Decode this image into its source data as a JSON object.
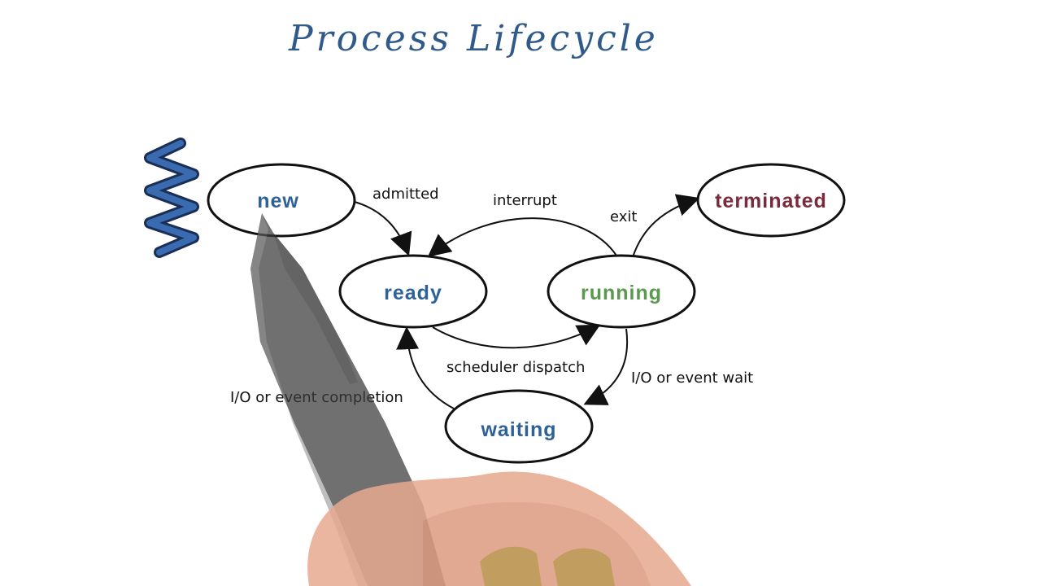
{
  "title": "Process Lifecycle",
  "colors": {
    "title": "#2f5a8a",
    "state_default": "#2e6296",
    "state_running": "#5a9a4e",
    "state_terminated": "#7a2a3a",
    "outline": "#111111",
    "thread_icon": "#2f5b9a"
  },
  "states": {
    "new": "new",
    "ready": "ready",
    "running": "running",
    "waiting": "waiting",
    "terminated": "terminated"
  },
  "transitions": {
    "admitted": "admitted",
    "interrupt": "interrupt",
    "exit": "exit",
    "scheduler_dispatch": "scheduler dispatch",
    "io_event_wait": "I/O or event wait",
    "io_event_completion": "I/O or event completion"
  },
  "icons": {
    "thread": "squiggle-thread-icon",
    "pen": "stylus-pen",
    "hand": "presenter-hand"
  }
}
